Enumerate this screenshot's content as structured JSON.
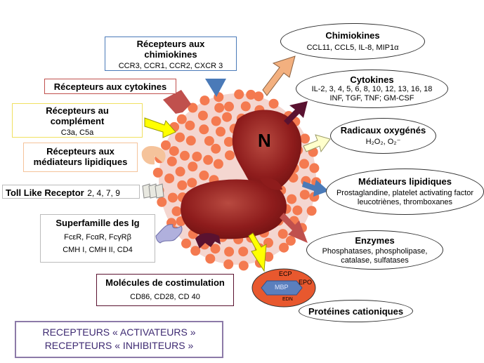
{
  "receptors": {
    "chemokine": {
      "title": "Récepteurs aux chimiokines",
      "detail": "CCR3, CCR1, CCR2, CXCR 3"
    },
    "cytokine": {
      "title": "Récepteurs aux cytokines"
    },
    "complement": {
      "title": "Récepteurs au complément",
      "detail": "C3a, C5a"
    },
    "lipid": {
      "title": "Récepteurs aux médiateurs lipidiques"
    },
    "toll": {
      "title": "Toll Like Receptor",
      "detail": "2, 4, 7, 9"
    },
    "ig": {
      "title": "Superfamille des Ig",
      "detail1": "FcεR, FcαR, FcγRβ",
      "detail2": "CMH I, CMH II, CD4"
    },
    "costim": {
      "title": "Molécules de costimulation",
      "detail": "CD86, CD28, CD 40"
    }
  },
  "mediators": {
    "chemokines": {
      "title": "Chimiokines",
      "detail": "CCL11, CCL5, IL-8, MIP1α"
    },
    "cytokines": {
      "title": "Cytokines",
      "detail1": "IL-2, 3, 4, 5, 6, 8, 10, 12, 13, 16, 18",
      "detail2": "INF, TGF, TNF; GM-CSF"
    },
    "radicals": {
      "title": "Radicaux oxygénés",
      "detail": "H₂O₂, O₂⁻"
    },
    "lipid": {
      "title": "Médiateurs lipidiques",
      "detail1": "Prostaglandine, platelet activating factor",
      "detail2": "leucotriènes, thromboxanes"
    },
    "enzymes": {
      "title": "Enzymes",
      "detail1": "Phosphatases, phospholipase,",
      "detail2": "catalase, sulfatases"
    },
    "cationic": {
      "title": "Protéines cationiques"
    }
  },
  "nucleus_label": "N",
  "granule": {
    "ecp": "ECP",
    "epo": "EPO",
    "mbp": "MBP",
    "edn": "EDN"
  },
  "legend": {
    "line1": "RECEPTEURS « ACTIVATEURS »",
    "line2": "RECEPTEURS « INHIBITEURS »"
  },
  "colors": {
    "cell_body": "#f4d6d0",
    "granules": "#f47a50",
    "nucleus": "#8e1c1c",
    "arrow_activating": "#f3b07f",
    "arrow_inhibiting": "#5a1230",
    "arrow_yellow": "#ffff00",
    "arrow_blue": "#4a7ab8",
    "arrow_red": "#c0504d"
  }
}
